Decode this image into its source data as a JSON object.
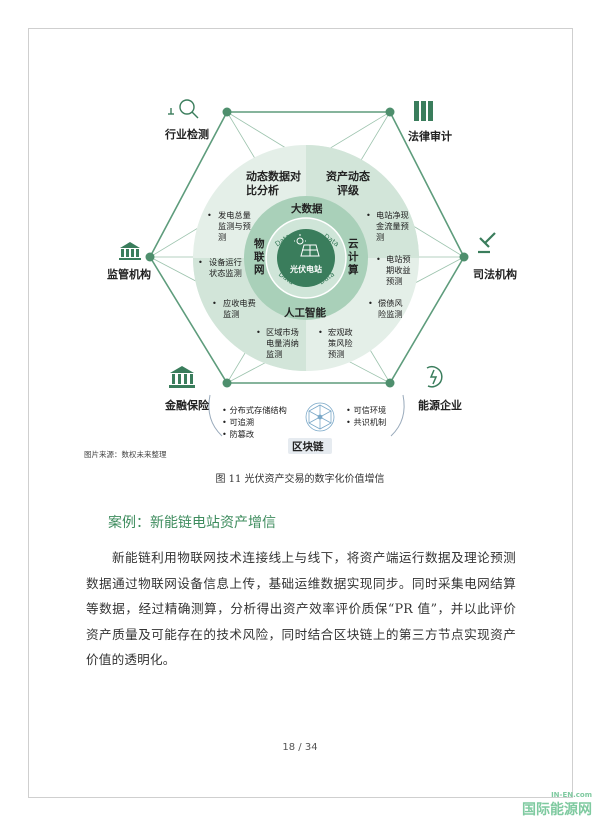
{
  "diagram": {
    "outer_nodes": [
      {
        "key": "industry_check",
        "label": "行业检测",
        "icon": "magnifier-chart-icon"
      },
      {
        "key": "legal_audit",
        "label": "法律审计",
        "icon": "binders-icon"
      },
      {
        "key": "regulator",
        "label": "监管机构",
        "icon": "government-building-icon"
      },
      {
        "key": "judicial",
        "label": "司法机构",
        "icon": "gavel-icon"
      },
      {
        "key": "finance",
        "label": "金融保险",
        "icon": "bank-icon"
      },
      {
        "key": "energy",
        "label": "能源企业",
        "icon": "energy-cycle-icon"
      }
    ],
    "ring_sections": {
      "top_left": "动态数据对\n比分析",
      "top_right": "资产动态\n评级"
    },
    "inner_ring": {
      "top": "大数据",
      "left": "物\n联\n网",
      "right": "云\n计\n算",
      "bottom": "人工智能",
      "data_tag": "Data",
      "center": "光伏电站"
    },
    "left_list": [
      "发电总量\n监测与预\n测",
      "设备运行\n状态监测",
      "应收电费\n监测",
      "区域市场\n电量消纳\n监测"
    ],
    "right_list": [
      "电站净现\n金流量预\n测",
      "电站预\n期收益\n预测",
      "偿债风\n险监测",
      "宏观政\n策风险\n预测"
    ],
    "blockchain": {
      "label": "区块链",
      "left_items": [
        "分布式存储结构",
        "可追溯",
        "防篡改"
      ],
      "right_items": [
        "可信环境",
        "共识机制"
      ]
    },
    "source": "图片来源：数权未来整理"
  },
  "caption": "图 11  光伏资产交易的数字化价值增信",
  "case_title": "案例：新能链电站资产增信",
  "paragraph": "新能链利用物联网技术连接线上与线下，将资产端运行数据及理论预测数据通过物联网设备信息上传，基础运维数据实现同步。同时采集电网结算等数据，经过精确测算，分析得出资产效率评价质保“PR 值”，并以此评价资产质量及可能存在的技术风险，同时结合区块链上的第三方节点实现资产价值的透明化。",
  "page_number": "18 / 34",
  "watermark": {
    "text": "国际能源网",
    "small": "IN-EN.com"
  },
  "colors": {
    "accent": "#3e8c5e",
    "ring_outer": "#dcebe3",
    "ring_mid": "#c2dccd",
    "ring_inner": "#8fbfa5",
    "center": "#3a7d5c"
  }
}
